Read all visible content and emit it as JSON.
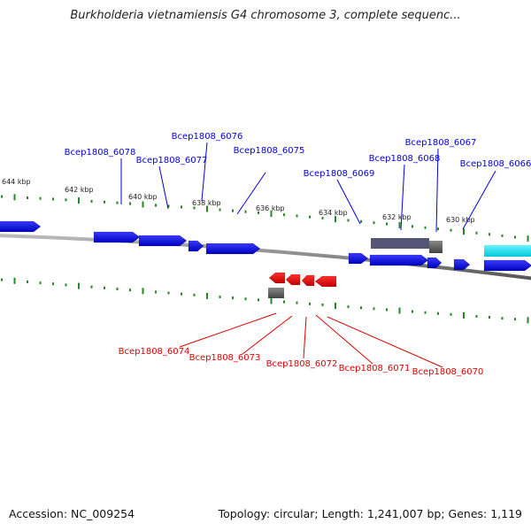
{
  "title": "Burkholderia vietnamiensis G4 chromosome 3, complete sequenc...",
  "footer": {
    "accession": "Accession: NC_009254",
    "summary": "Topology: circular; Length: 1,241,007 bp; Genes: 1,119"
  },
  "scale_labels": [
    "644 kbp",
    "642 kbp",
    "640 kbp",
    "638 kbp",
    "636 kbp",
    "634 kbp",
    "632 kbp",
    "630 kbp"
  ],
  "forward_genes": [
    "Bcep1808_6078",
    "Bcep1808_6077",
    "Bcep1808_6076",
    "Bcep1808_6075",
    "Bcep1808_6069",
    "Bcep1808_6068",
    "Bcep1808_6067",
    "Bcep1808_6066"
  ],
  "reverse_genes": [
    "Bcep1808_6074",
    "Bcep1808_6073",
    "Bcep1808_6072",
    "Bcep1808_6071",
    "Bcep1808_6070"
  ],
  "colors": {
    "forward": "#0000dd",
    "reverse": "#dd0000",
    "tick": "#228822",
    "backbone": "#777777",
    "highlight": "#00e5ee",
    "selected": "#555577"
  }
}
